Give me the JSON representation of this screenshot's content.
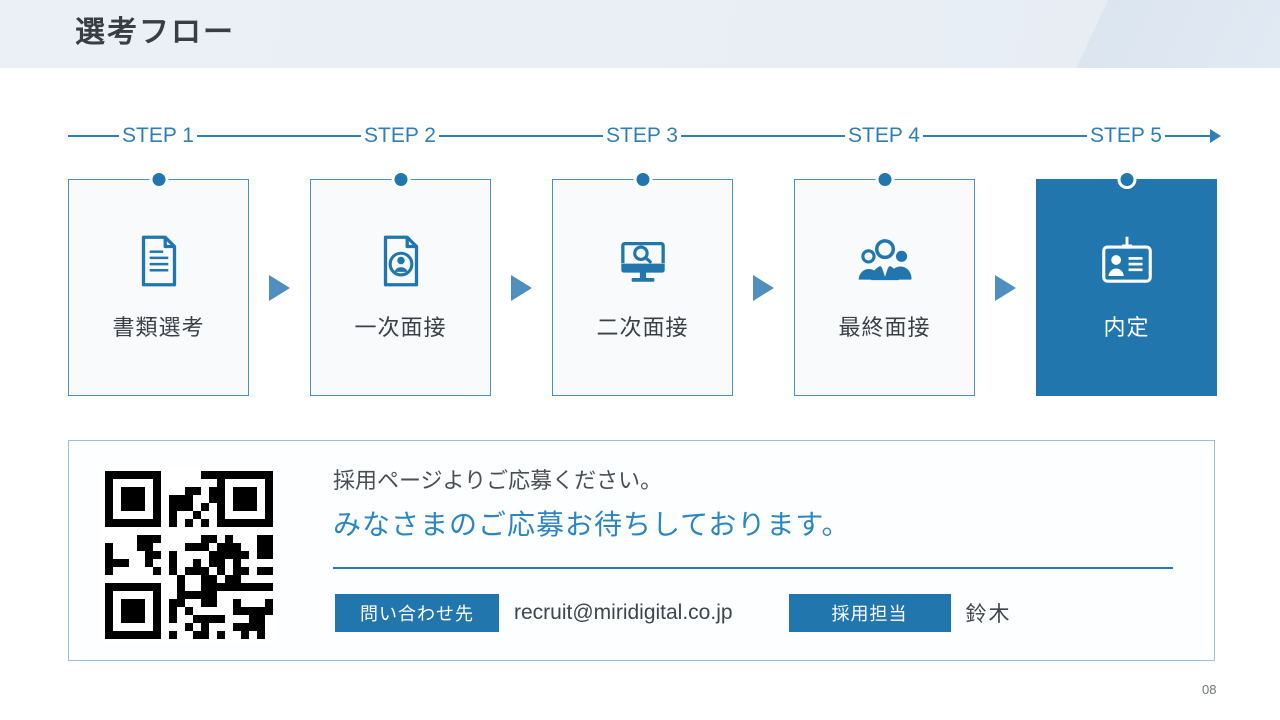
{
  "slide": {
    "title": "選考フロー",
    "page_number": "08"
  },
  "steps": {
    "items": [
      {
        "label": "STEP 1",
        "name": "書類選考",
        "icon": "document-icon",
        "highlighted": false
      },
      {
        "label": "STEP 2",
        "name": "一次面接",
        "icon": "resume-icon",
        "highlighted": false
      },
      {
        "label": "STEP 3",
        "name": "二次面接",
        "icon": "monitor-search-icon",
        "highlighted": false
      },
      {
        "label": "STEP 4",
        "name": "最終面接",
        "icon": "people-group-icon",
        "highlighted": false
      },
      {
        "label": "STEP 5",
        "name": "内定",
        "icon": "id-card-icon",
        "highlighted": true
      }
    ]
  },
  "contact": {
    "apply_note": "採用ページよりご応募ください。",
    "apply_message": "みなさまのご応募お待ちしております。",
    "contact_label": "問い合わせ先",
    "contact_email": "recruit@miridigital.co.jp",
    "recruiter_label": "採用担当",
    "recruiter_name": "鈴木"
  },
  "colors": {
    "accent_blue": "#2176ae",
    "step_line_blue": "#2e7fb5",
    "arrow_blue": "#4e8fc0",
    "message_blue": "#2e86c1",
    "card_background": "#f8fafc",
    "header_background": "#e9eef5",
    "qr_foreground": "#000000"
  }
}
